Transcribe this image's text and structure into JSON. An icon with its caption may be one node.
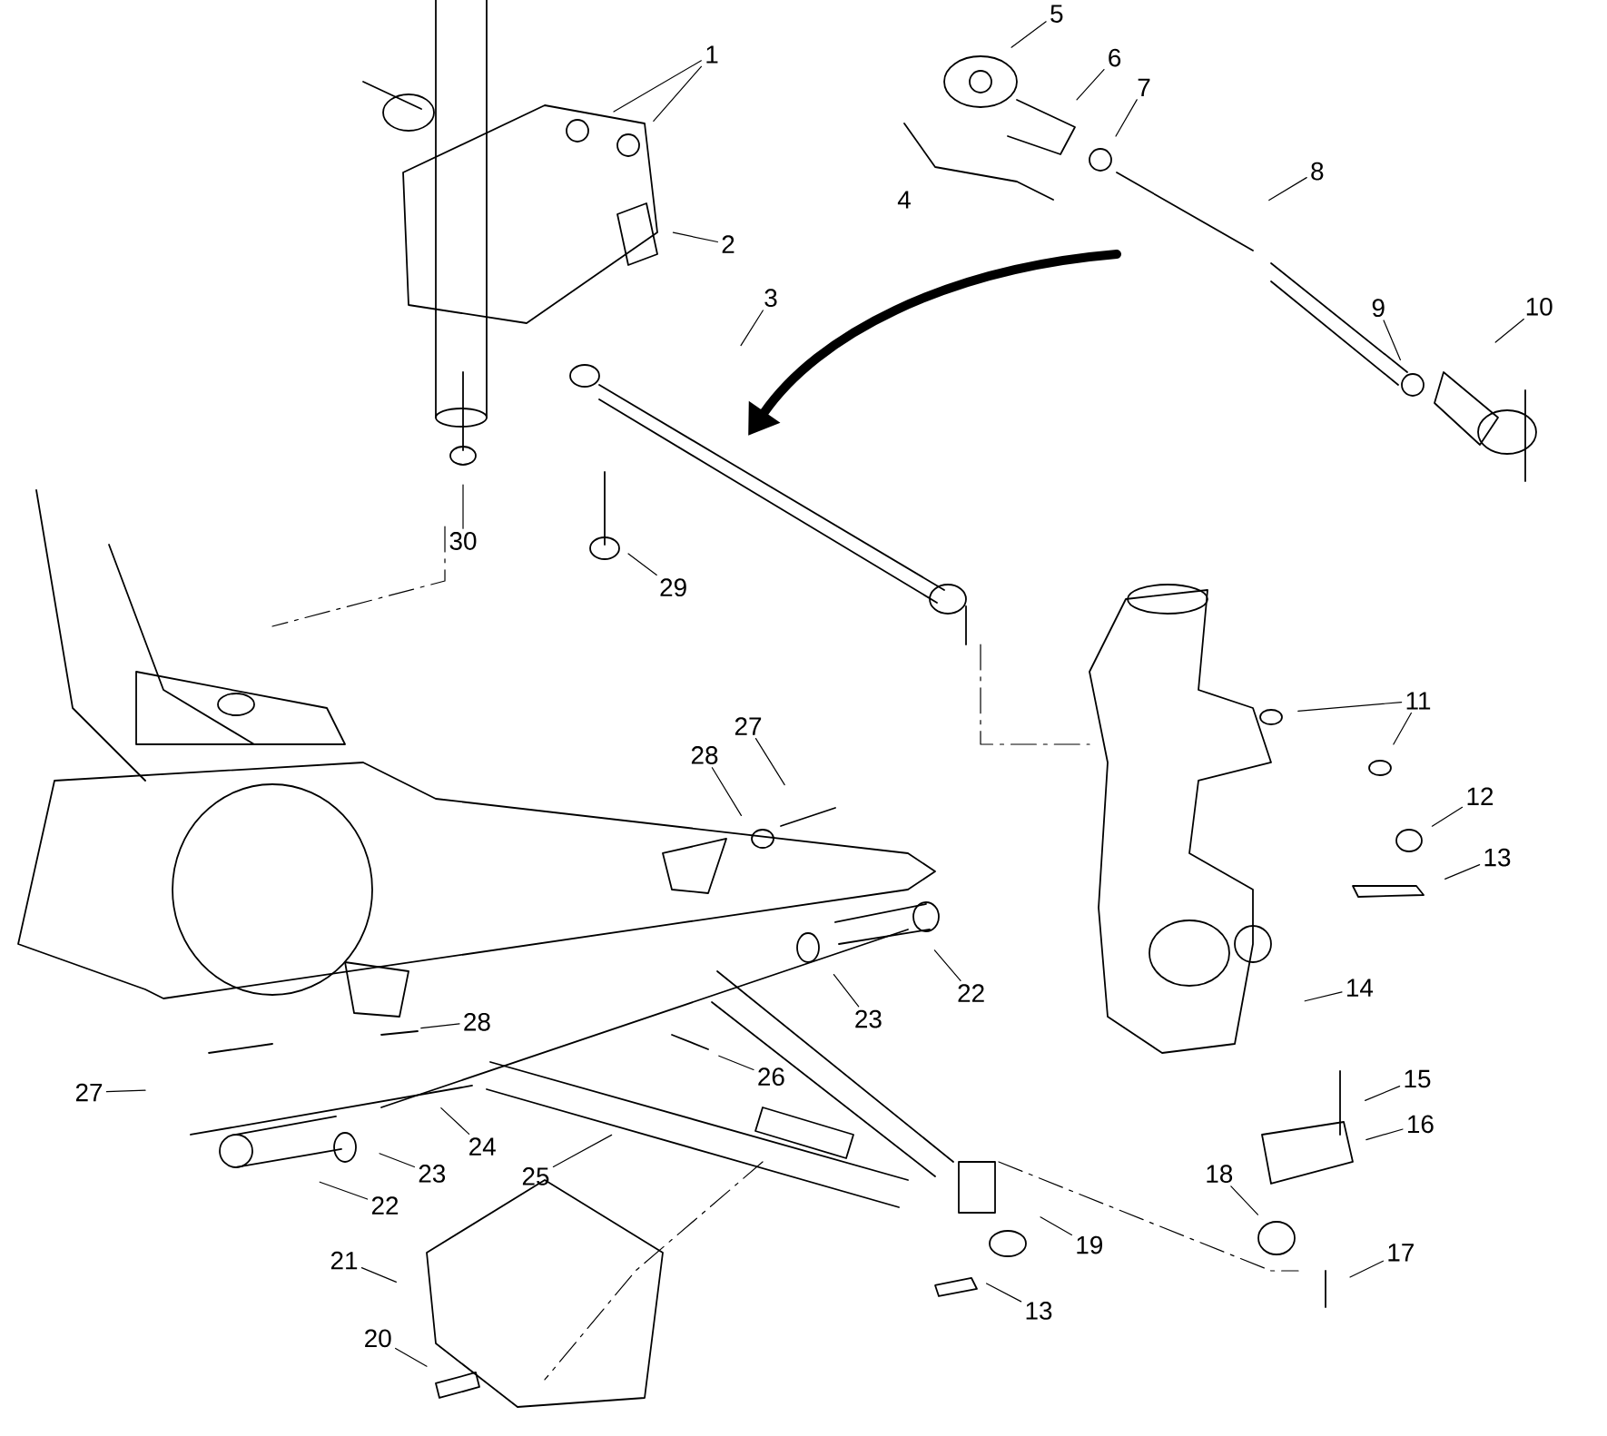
{
  "diagram": {
    "nodes": [
      {
        "text": [
          "1"
        ]
      },
      {
        "text": [
          "5"
        ]
      },
      {
        "text": [
          "6"
        ]
      },
      {
        "text": [
          "7"
        ]
      },
      {
        "text": [
          "8"
        ]
      },
      {
        "text": [
          "2"
        ]
      },
      {
        "text": [
          "3"
        ]
      },
      {
        "text": [
          "10"
        ]
      },
      {
        "text": [
          "9"
        ]
      },
      {
        "text": [
          "30"
        ]
      },
      {
        "text": [
          "29"
        ]
      },
      {
        "text": [
          "11"
        ]
      },
      {
        "text": [
          "27"
        ]
      },
      {
        "text": [
          "28"
        ]
      },
      {
        "text": [
          "12"
        ]
      },
      {
        "text": [
          "13"
        ]
      },
      {
        "text": [
          "22"
        ]
      },
      {
        "text": [
          "14"
        ]
      },
      {
        "text": [
          "23"
        ]
      },
      {
        "text": [
          "28"
        ]
      },
      {
        "text": [
          "26"
        ]
      },
      {
        "text": [
          "27"
        ]
      },
      {
        "text": [
          "15"
        ]
      },
      {
        "text": [
          "16"
        ]
      },
      {
        "text": [
          "24"
        ]
      },
      {
        "text": [
          "23"
        ]
      },
      {
        "text": [
          "25"
        ]
      },
      {
        "text": [
          "22"
        ]
      },
      {
        "text": [
          "18"
        ]
      },
      {
        "text": [
          "19"
        ]
      },
      {
        "text": [
          "17"
        ]
      },
      {
        "text": [
          "21"
        ]
      },
      {
        "text": [
          "13"
        ]
      },
      {
        "text": [
          "20"
        ]
      }
    ],
    "edges": [
      {
        "from": 0,
        "to": null,
        "arrow": "none"
      },
      {
        "from": 0,
        "to": null,
        "arrow": "none"
      },
      {
        "from": 1,
        "to": null,
        "arrow": "none"
      },
      {
        "from": 2,
        "to": null,
        "arrow": "none"
      },
      {
        "from": 3,
        "to": null,
        "arrow": "none"
      },
      {
        "from": 4,
        "to": null,
        "arrow": "none"
      },
      {
        "from": 5,
        "to": null,
        "arrow": "none"
      },
      {
        "from": 6,
        "to": null,
        "arrow": "none"
      },
      {
        "from": 7,
        "to": null,
        "arrow": "none"
      },
      {
        "from": 8,
        "to": null,
        "arrow": "none"
      },
      {
        "from": 9,
        "to": null,
        "arrow": "none"
      },
      {
        "from": 10,
        "to": null,
        "arrow": "none"
      },
      {
        "from": 11,
        "to": null,
        "arrow": "none"
      },
      {
        "from": 11,
        "to": null,
        "arrow": "none"
      },
      {
        "from": 12,
        "to": null,
        "arrow": "none"
      },
      {
        "from": 13,
        "to": null,
        "arrow": "none"
      },
      {
        "from": 14,
        "to": null,
        "arrow": "none"
      },
      {
        "from": 15,
        "to": null,
        "arrow": "none"
      },
      {
        "from": 16,
        "to": null,
        "arrow": "none"
      },
      {
        "from": 17,
        "to": null,
        "arrow": "none"
      },
      {
        "from": 18,
        "to": null,
        "arrow": "none"
      },
      {
        "from": 19,
        "to": null,
        "arrow": "none"
      },
      {
        "from": 20,
        "to": null,
        "arrow": "none"
      },
      {
        "from": 21,
        "to": null,
        "arrow": "none"
      },
      {
        "from": 22,
        "to": null,
        "arrow": "none"
      },
      {
        "from": 23,
        "to": null,
        "arrow": "none"
      },
      {
        "from": 24,
        "to": null,
        "arrow": "none"
      },
      {
        "from": 25,
        "to": null,
        "arrow": "none"
      },
      {
        "from": 26,
        "to": null,
        "arrow": "none"
      },
      {
        "from": 27,
        "to": null,
        "arrow": "none"
      },
      {
        "from": 28,
        "to": null,
        "arrow": "none"
      },
      {
        "from": 29,
        "to": null,
        "arrow": "none"
      },
      {
        "from": 30,
        "to": null,
        "arrow": "none"
      },
      {
        "from": 31,
        "to": null,
        "arrow": "none"
      },
      {
        "from": 32,
        "to": null,
        "arrow": "none"
      },
      {
        "from": 33,
        "to": null,
        "arrow": "none"
      }
    ],
    "labels": [
      "4"
    ]
  }
}
